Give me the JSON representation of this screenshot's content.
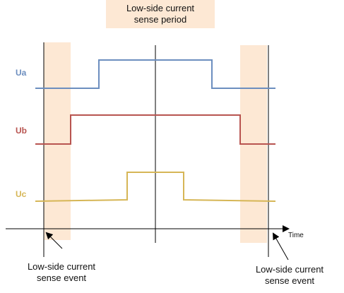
{
  "title": {
    "line1": "Low-side current",
    "line2": "sense period"
  },
  "signals": [
    {
      "name": "Ua",
      "color": "#6c8ebf"
    },
    {
      "name": "Ub",
      "color": "#b85450"
    },
    {
      "name": "Uc",
      "color": "#d6b656"
    }
  ],
  "axis": {
    "x_label": "Time"
  },
  "events": {
    "left": {
      "line1": "Low-side current",
      "line2": "sense event"
    },
    "right": {
      "line1": "Low-side current",
      "line2": "sense event"
    }
  },
  "colors": {
    "highlight": "#fde8d4",
    "axis": "#000000"
  }
}
